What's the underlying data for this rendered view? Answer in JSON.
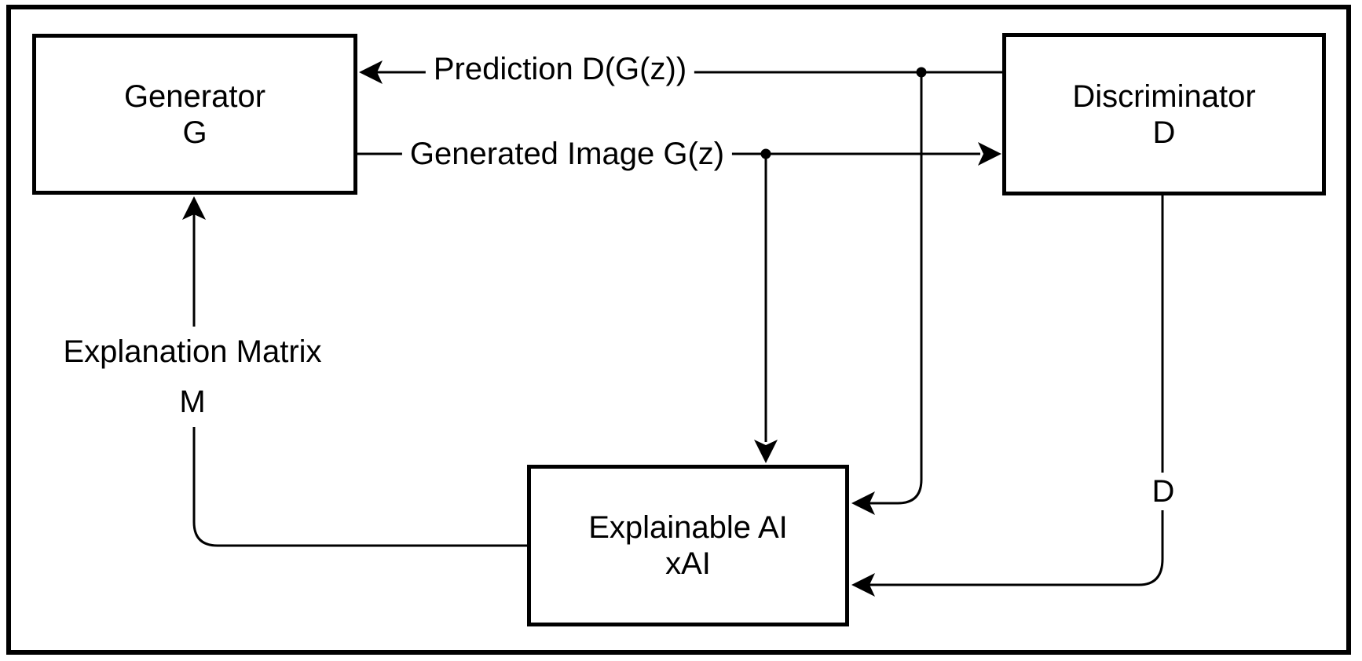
{
  "diagram": {
    "type": "flowchart",
    "background": "#ffffff",
    "line_color": "#000000",
    "text_color": "#000000",
    "nodes": {
      "generator": {
        "label": "Generator",
        "sublabel": "G"
      },
      "discriminator": {
        "label": "Discriminator",
        "sublabel": "D"
      },
      "xai": {
        "label": "Explainable AI",
        "sublabel": "xAI"
      }
    },
    "edges": {
      "prediction": {
        "label": "Prediction D(G(z))",
        "from": "discriminator",
        "to": "generator"
      },
      "generated_image": {
        "label": "Generated Image G(z)",
        "from": "generator",
        "to": "discriminator"
      },
      "prediction_branch": {
        "label": "",
        "from": "prediction junction",
        "to": "xai right side"
      },
      "generated_image_branch": {
        "label": "",
        "from": "generated image junction",
        "to": "xai top"
      },
      "discriminator_to_xai": {
        "label": "D",
        "from": "discriminator bottom",
        "to": "xai right side"
      },
      "explanation_matrix": {
        "label": "Explanation Matrix",
        "sublabel": "M",
        "from": "xai left side",
        "to": "generator bottom"
      }
    }
  }
}
